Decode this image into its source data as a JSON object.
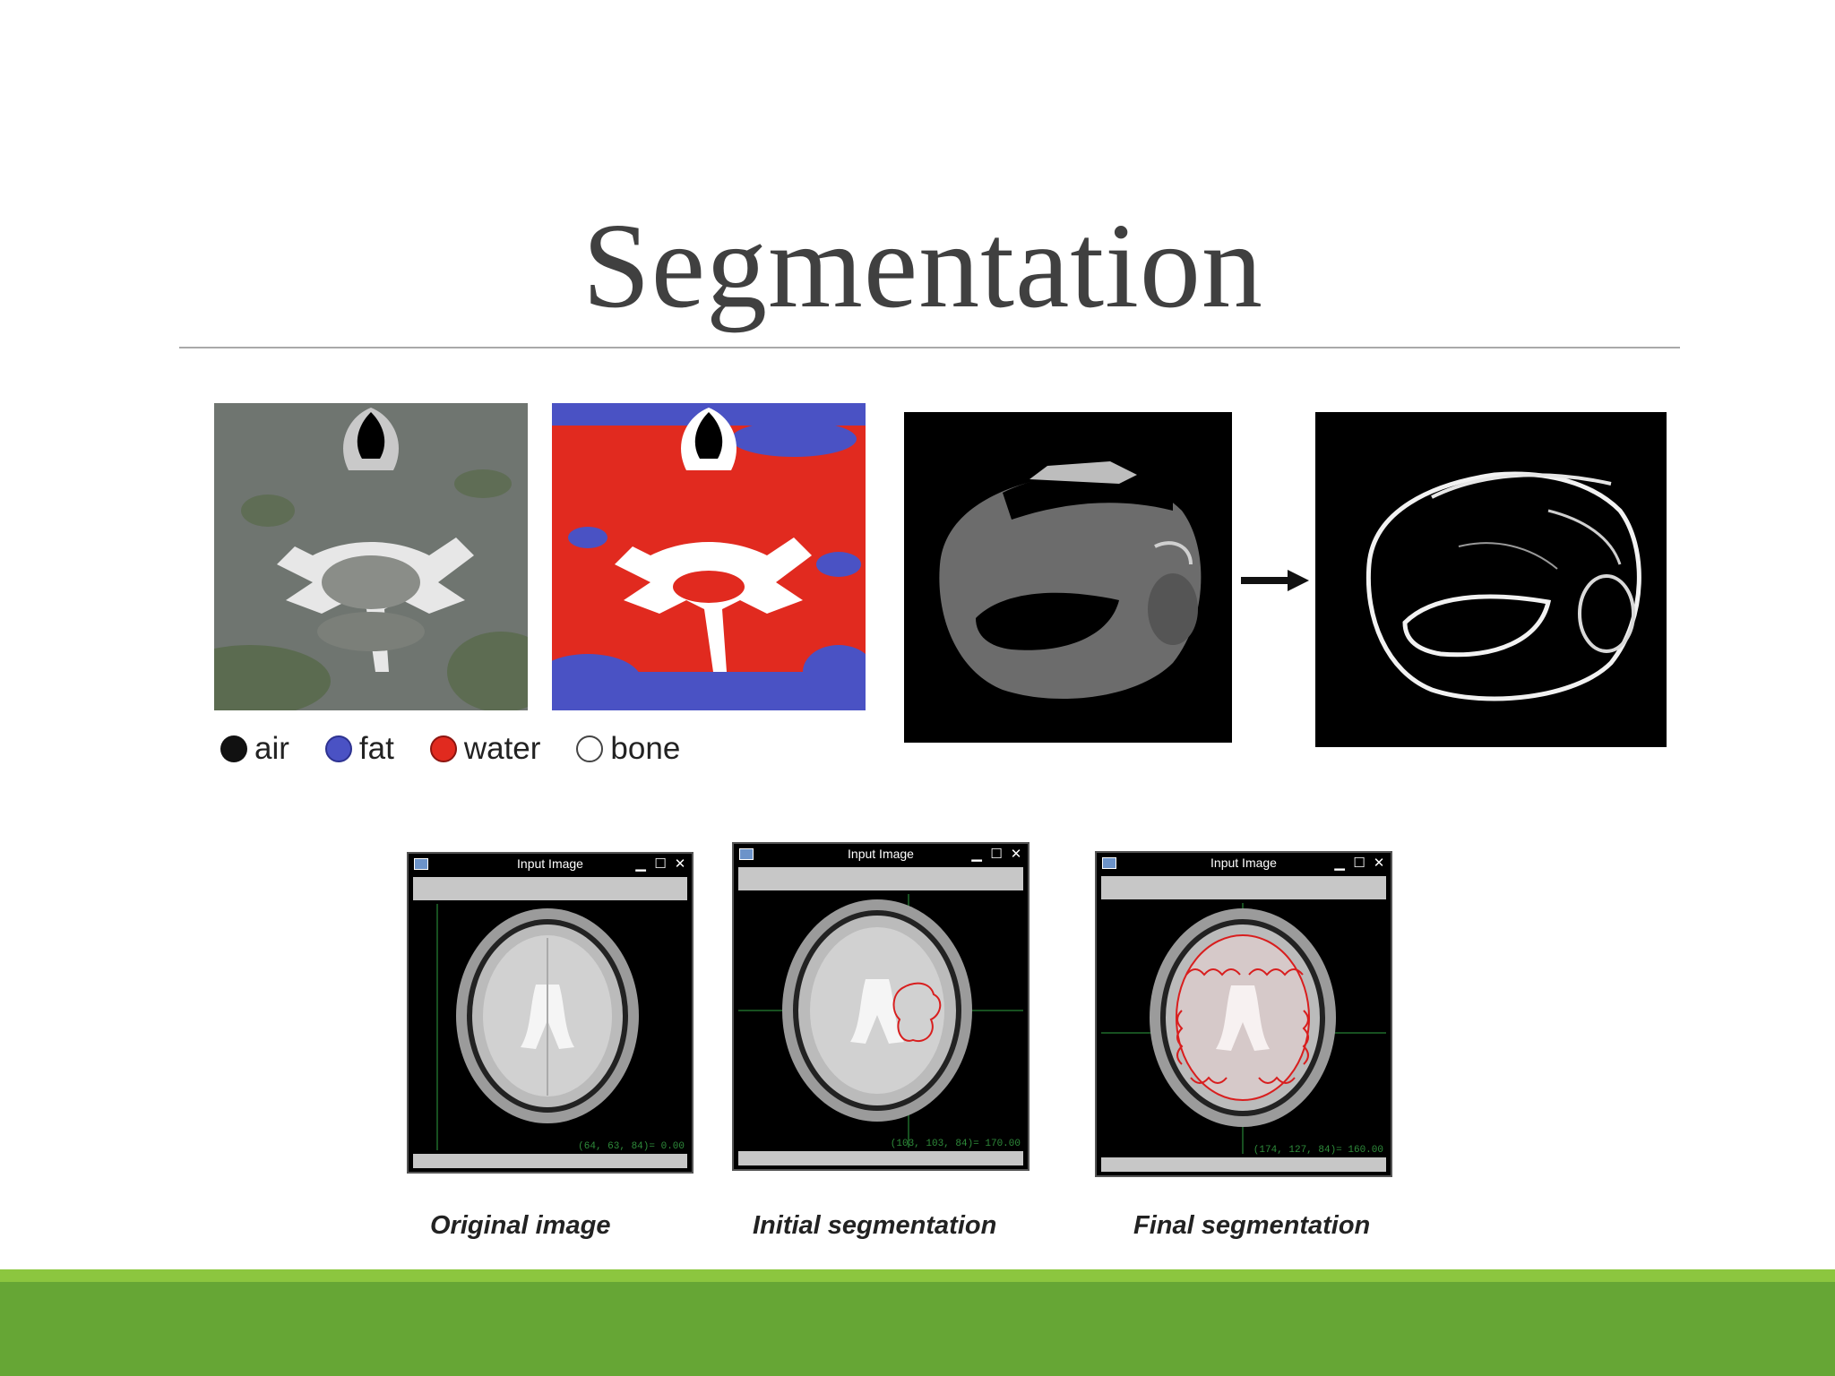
{
  "slide": {
    "title": "Segmentation"
  },
  "legend": [
    {
      "label": "air",
      "color": "#111111"
    },
    {
      "label": "fat",
      "color": "#4a52c4"
    },
    {
      "label": "water",
      "color": "#e12a1f"
    },
    {
      "label": "bone",
      "color": "#ffffff"
    }
  ],
  "windows": [
    {
      "title": "Input Image",
      "readout": "(64, 63, 84)= 0.00"
    },
    {
      "title": "Input Image",
      "readout": "(103, 103, 84)= 170.00"
    },
    {
      "title": "Input Image",
      "readout": "(174, 127, 84)= 160.00"
    }
  ],
  "window_buttons": {
    "minimize": "▁",
    "maximize": "☐",
    "close": "✕"
  },
  "captions": {
    "original": "Original image",
    "initial": "Initial segmentation",
    "final": "Final segmentation"
  },
  "colors": {
    "accent_light": "#8cc63f",
    "accent_dark": "#66a635",
    "water": "#e12a1f",
    "fat": "#4a52c4"
  }
}
